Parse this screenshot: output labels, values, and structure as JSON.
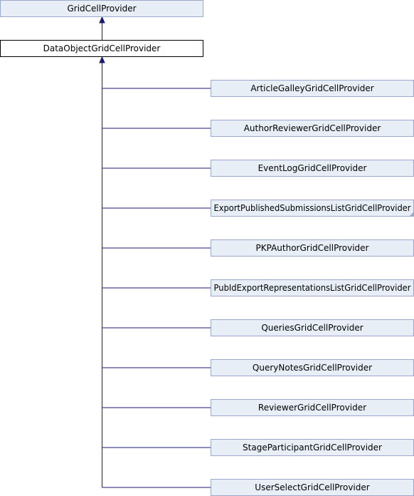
{
  "colors": {
    "node_fill": "#e8eef6",
    "node_stroke": "#9aa9c8",
    "focus_fill": "#ffffff",
    "focus_stroke": "#000000",
    "edge": "#191970"
  },
  "diagram": {
    "base_class": {
      "label": "GridCellProvider"
    },
    "focus_class": {
      "label": "DataObjectGridCellProvider"
    },
    "derived_classes": [
      {
        "label": "ArticleGalleyGridCellProvider"
      },
      {
        "label": "AuthorReviewerGridCellProvider"
      },
      {
        "label": "EventLogGridCellProvider"
      },
      {
        "label": "ExportPublishedSubmissionsListGridCellProvider",
        "truncated": true
      },
      {
        "label": "PKPAuthorGridCellProvider"
      },
      {
        "label": "PubIdExportRepresentationsListGridCellProvider"
      },
      {
        "label": "QueriesGridCellProvider"
      },
      {
        "label": "QueryNotesGridCellProvider"
      },
      {
        "label": "ReviewerGridCellProvider"
      },
      {
        "label": "StageParticipantGridCellProvider"
      },
      {
        "label": "UserSelectGridCellProvider"
      }
    ]
  }
}
